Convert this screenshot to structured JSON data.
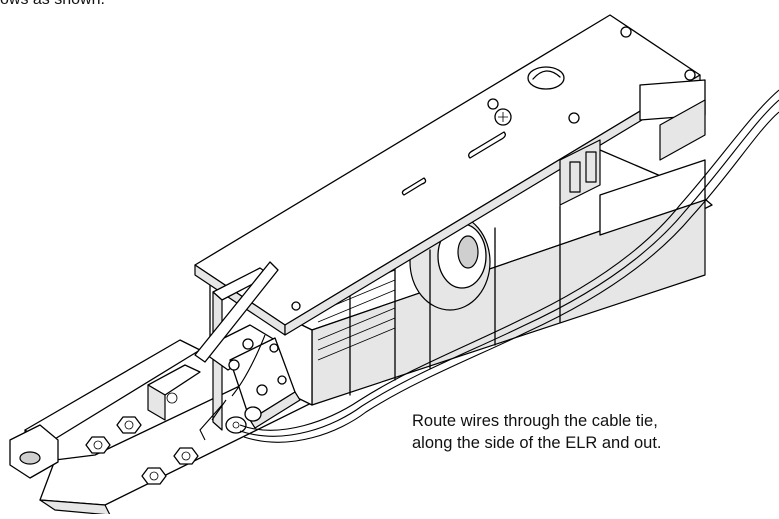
{
  "header": {
    "fragment_text": "ows as shown."
  },
  "callout": {
    "line1": "Route wires through the cable tie,",
    "line2": "along the side of the ELR and out."
  },
  "illustration": {
    "subject": "ELR assembly with switch and wiring"
  }
}
